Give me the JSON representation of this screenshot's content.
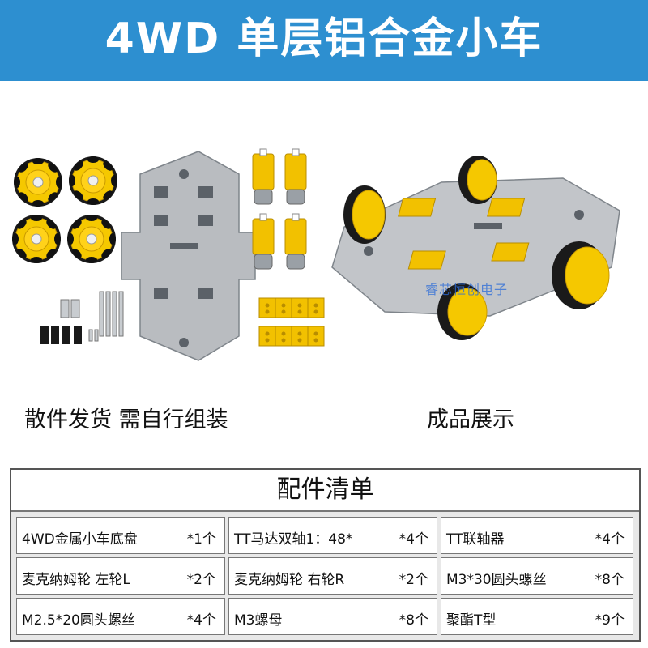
{
  "title": "4WD 单层铝合金小车",
  "captions": {
    "left": "散件发货 需自行组装",
    "right": "成品展示"
  },
  "watermark": "睿芯恒创电子",
  "parts_list": {
    "title": "配件清单",
    "rows": [
      [
        {
          "name": "4WD金属小车底盘",
          "qty": "*1个"
        },
        {
          "name": "TT马达双轴1：48*",
          "qty": "*4个"
        },
        {
          "name": "TT联轴器",
          "qty": "*4个"
        }
      ],
      [
        {
          "name": "麦克纳姆轮 左轮L",
          "qty": "*2个"
        },
        {
          "name": "麦克纳姆轮 右轮R",
          "qty": "*2个"
        },
        {
          "name": "M3*30圆头螺丝",
          "qty": "*8个"
        }
      ],
      [
        {
          "name": "M2.5*20圆头螺丝",
          "qty": "*4个"
        },
        {
          "name": "M3螺母",
          "qty": "*8个"
        },
        {
          "name": "聚酯T型",
          "qty": "*9个"
        }
      ]
    ]
  },
  "colors": {
    "banner": "#2d8fd0",
    "wheel_yellow": "#f5c800",
    "wheel_roller": "#1a1a1a",
    "chassis_metal": "#b9bcc0"
  }
}
